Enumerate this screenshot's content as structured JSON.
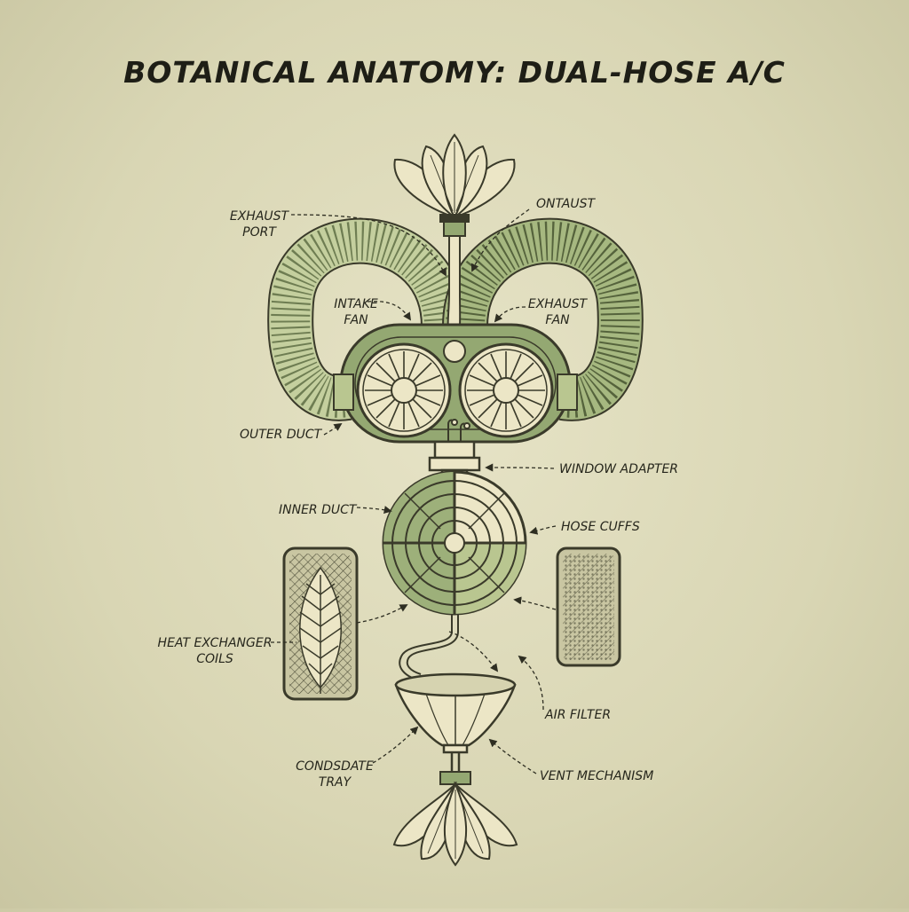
{
  "title": "BOTANICAL ANATOMY: DUAL-HOSE A/C",
  "colors": {
    "background": "#dcd9b8",
    "ink": "#3a3a2a",
    "green": "#94a872",
    "light_green": "#c9d3a6",
    "cream": "#ece6c6"
  },
  "labels": {
    "exhaust_port": "EXHAUST\nPORT",
    "ontaust": "ONTAUST",
    "intake_fan": "INTAKE\nFAN",
    "exhaust_fan": "EXHAUST\nFAN",
    "outer_duct": "OUTER DUCT",
    "window_adapter": "WINDOW ADAPTER",
    "inner_duct": "INNER DUCT",
    "hose_cuffs": "HOSE CUFFS",
    "heat_exchanger_coils": "HEAT EXCHANGER\nCOILS",
    "air_filter": "AIR FILTER",
    "condensate_tray": "CONDSDATE\nTRAY",
    "vent_mechanism": "VENT MECHANISM"
  },
  "icons": [
    "fan-icon",
    "leaf-icon",
    "flower-icon",
    "funnel-icon"
  ]
}
